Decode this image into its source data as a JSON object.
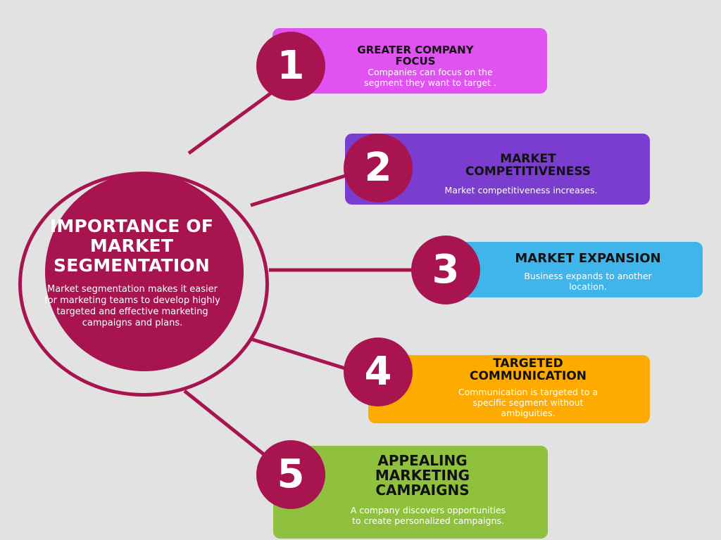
{
  "colors": {
    "background": "#e2e2e2",
    "accent": "#a8144f",
    "item1": "#e053f0",
    "item2": "#7b3dd0",
    "item3": "#3fb5ec",
    "item4": "#fdab00",
    "item5": "#8fc13f"
  },
  "center": {
    "title": "IMPORTANCE OF MARKET SEGMENTATION",
    "description": "Market segmentation makes it easier for marketing teams to develop highly targeted and effective marketing campaigns and plans."
  },
  "items": [
    {
      "number": "1",
      "title": "GREATER COMPANY FOCUS",
      "description": "Companies can focus on the segment they want to target ."
    },
    {
      "number": "2",
      "title": "MARKET COMPETITIVENESS",
      "description": "Market competitiveness increases."
    },
    {
      "number": "3",
      "title": "MARKET EXPANSION",
      "description": "Business expands to another location."
    },
    {
      "number": "4",
      "title": "TARGETED COMMUNICATION",
      "description": "Communication is targeted to a specific segment without ambiguities."
    },
    {
      "number": "5",
      "title": "APPEALING MARKETING CAMPAIGNS",
      "description": "A company discovers opportunities to create personalized campaigns."
    }
  ]
}
